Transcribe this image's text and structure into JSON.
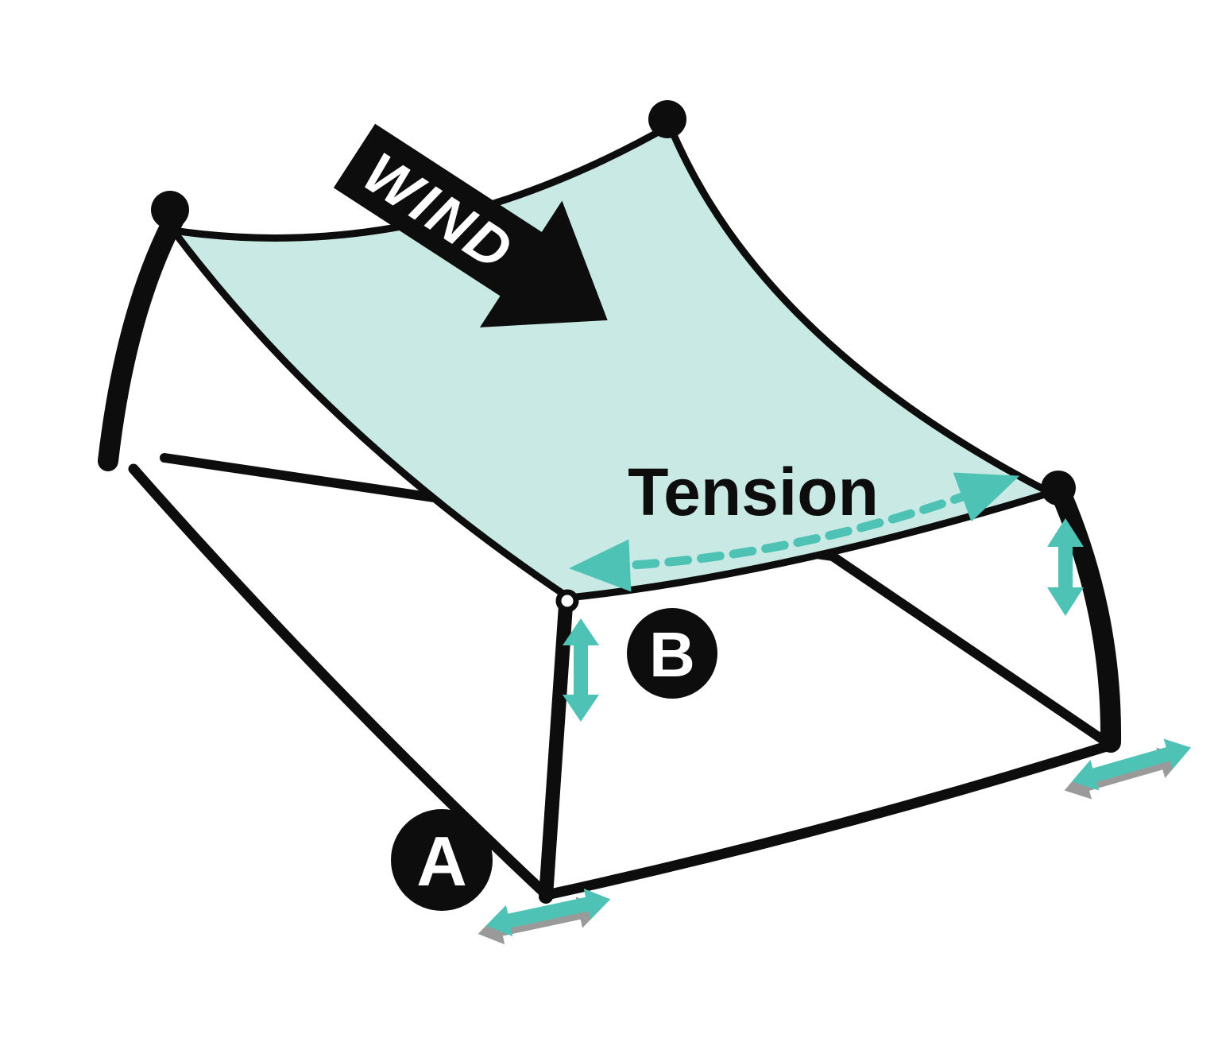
{
  "diagram": {
    "title": "Shade sail wind and tension diagram",
    "labels": {
      "wind": "WIND",
      "tension": "Tension",
      "badge_a": "A",
      "badge_b": "B"
    },
    "colors": {
      "sail": "#c9e9e4",
      "teal": "#4ec3b5",
      "black": "#0d0d0d",
      "white": "#ffffff",
      "shadow_gray": "#9a9a9a",
      "background": "#ffffff"
    },
    "icons": {
      "wind_arrow": "wind-direction-arrow-icon",
      "tension_arrow": "tension-double-headed-dashed-arrow-icon",
      "pole_adjust_front": "vertical-double-arrow-icon",
      "pole_adjust_right": "vertical-double-arrow-icon",
      "base_adjust_front": "diagonal-double-arrow-icon",
      "base_adjust_right": "diagonal-double-arrow-icon"
    }
  }
}
